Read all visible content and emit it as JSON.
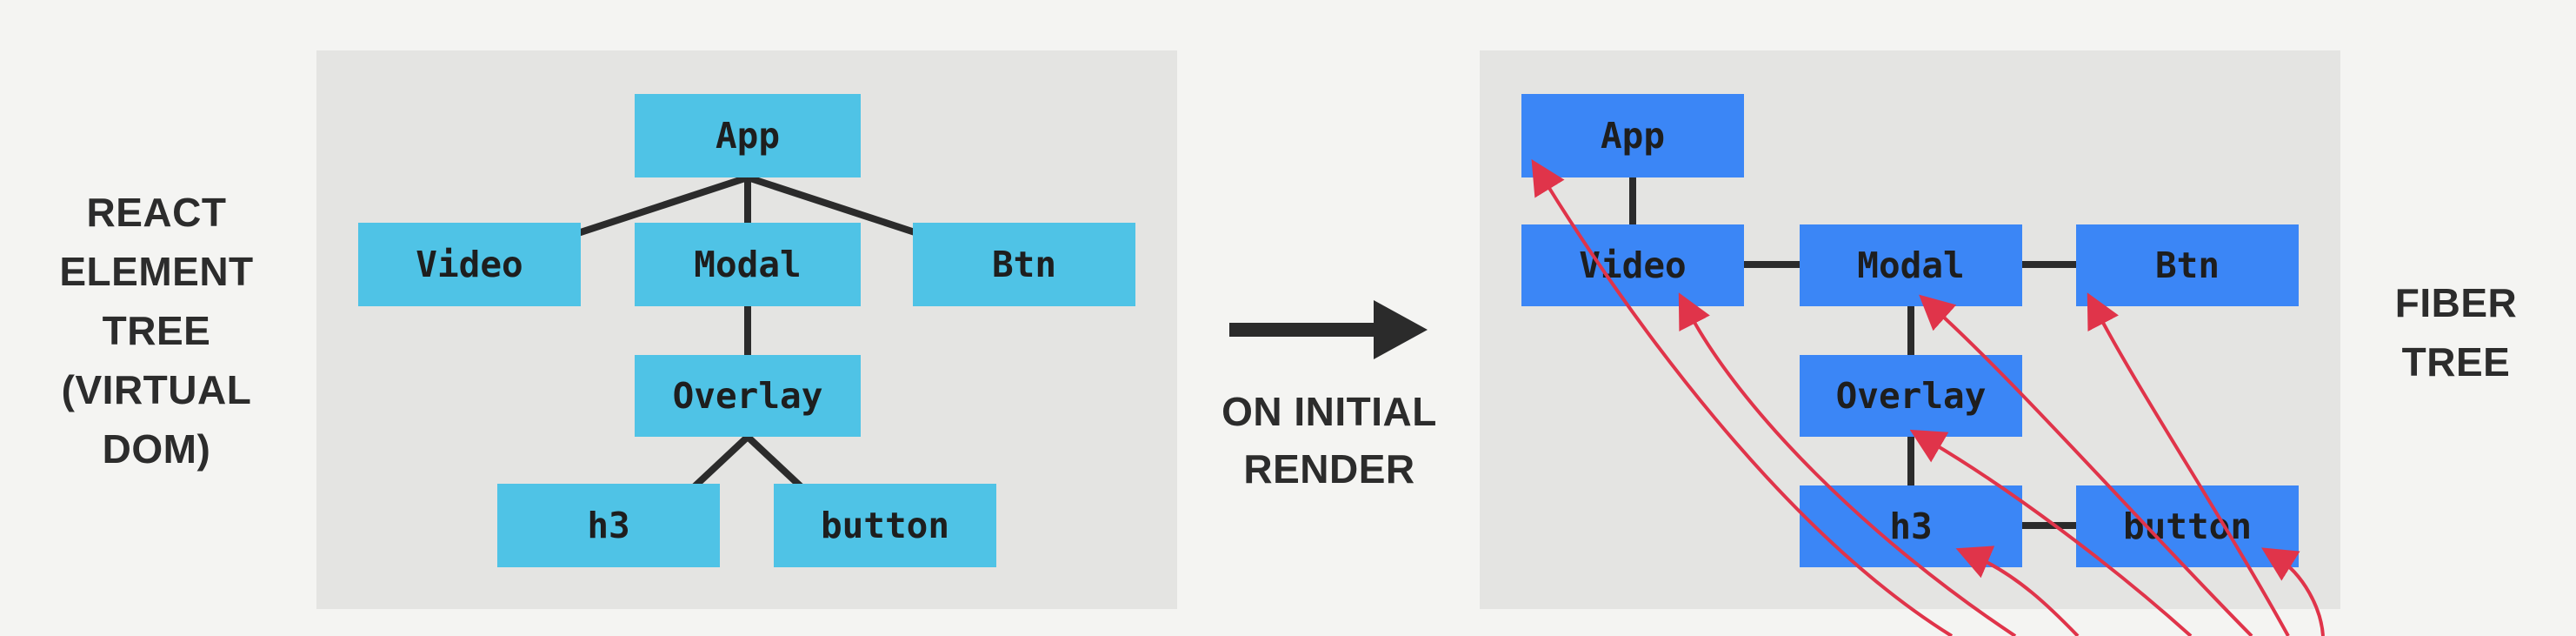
{
  "left_label": [
    "REACT",
    "ELEMENT",
    "TREE",
    "(VIRTUAL",
    "DOM)"
  ],
  "middle_label": [
    "ON INITIAL",
    "RENDER"
  ],
  "right_label": [
    "FIBER",
    "TREE"
  ],
  "colors": {
    "react_node": "#4fc3e6",
    "fiber_node": "#3b86f6",
    "edge": "#2b2b2b",
    "back_arrow": "#e0344a",
    "panel": "#e4e4e2",
    "background": "#f4f4f2"
  },
  "react_tree": {
    "nodes": {
      "app": "App",
      "video": "Video",
      "modal": "Modal",
      "btn": "Btn",
      "overlay": "Overlay",
      "h3": "h3",
      "button": "button"
    },
    "edges": [
      [
        "app",
        "video"
      ],
      [
        "app",
        "modal"
      ],
      [
        "app",
        "btn"
      ],
      [
        "modal",
        "overlay"
      ],
      [
        "overlay",
        "h3"
      ],
      [
        "overlay",
        "button"
      ]
    ]
  },
  "fiber_tree": {
    "nodes": {
      "app": "App",
      "video": "Video",
      "modal": "Modal",
      "btn": "Btn",
      "overlay": "Overlay",
      "h3": "h3",
      "button": "button"
    },
    "child_links": [
      [
        "app",
        "video"
      ],
      [
        "modal",
        "overlay"
      ],
      [
        "overlay",
        "h3"
      ]
    ],
    "sibling_links": [
      [
        "video",
        "modal"
      ],
      [
        "modal",
        "btn"
      ],
      [
        "h3",
        "button"
      ]
    ],
    "return_links": [
      "app",
      "video",
      "modal",
      "btn",
      "overlay",
      "h3",
      "button"
    ]
  }
}
